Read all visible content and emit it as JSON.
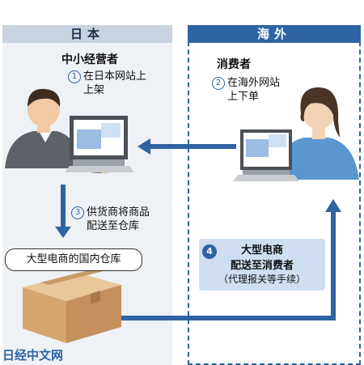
{
  "headers": {
    "japan": "日本",
    "overseas": "海外"
  },
  "seller": {
    "title": "中小经营者",
    "step1_number": "1",
    "step1_line1": "在日本网站上",
    "step1_line2": "上架"
  },
  "consumer": {
    "title": "消费者",
    "step2_number": "2",
    "step2_line1": "在海外网站",
    "step2_line2": "上下单"
  },
  "supplier": {
    "step3_number": "3",
    "step3_line1": "供货商将商品",
    "step3_line2": "配送至仓库"
  },
  "warehouse": {
    "label": "大型电商的国内仓库"
  },
  "delivery": {
    "step4_number": "4",
    "line1": "大型电商",
    "line2": "配送至消费者",
    "line3": "（代理报关等手续）"
  },
  "footer": {
    "source": "日经中文网"
  },
  "colors": {
    "accent": "#2f63a3",
    "panel_left": "#eef1f5",
    "box_fill": "#cfdff1"
  }
}
